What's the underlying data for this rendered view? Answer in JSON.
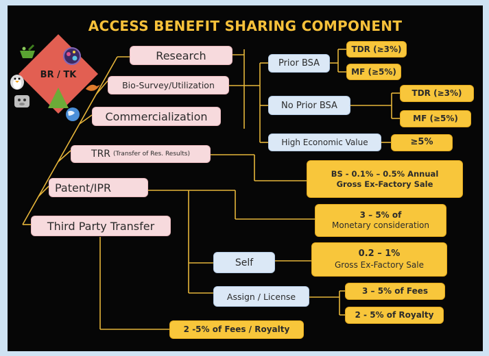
{
  "title": "ACCESS BENEFIT SHARING COMPONENT",
  "center": {
    "label": "BR / TK"
  },
  "left_items": {
    "research": "Research",
    "bio_survey": "Bio-Survey/Utilization",
    "commercialization": "Commercialization",
    "trr_main": "TRR",
    "trr_sub": "(Transfer of Res. Results)",
    "patent": "Patent/IPR",
    "third_party": "Third Party Transfer"
  },
  "middle_items": {
    "prior_bsa": "Prior BSA",
    "no_prior_bsa": "No Prior BSA",
    "high_value": "High Economic Value",
    "self": "Self",
    "assign": "Assign / License"
  },
  "values": {
    "prior_tdr": "TDR (≥3%)",
    "prior_mf": "MF (≥5%)",
    "noprior_tdr": "TDR (≥3%)",
    "noprior_mf": "MF (≥5%)",
    "high_value": "≥5%",
    "bs_line1": "BS - 0.1% – 0.5% Annual",
    "bs_line2": "Gross Ex-Factory Sale",
    "monetary_line1": "3 – 5% of",
    "monetary_line2": "Monetary consideration",
    "self_line1": "0.2 – 1%",
    "self_line2": "Gross Ex-Factory Sale",
    "fees": "3 – 5% of Fees",
    "royalty": "2 - 5% of Royalty",
    "third_party": "2 -5% of Fees / Royalty"
  }
}
